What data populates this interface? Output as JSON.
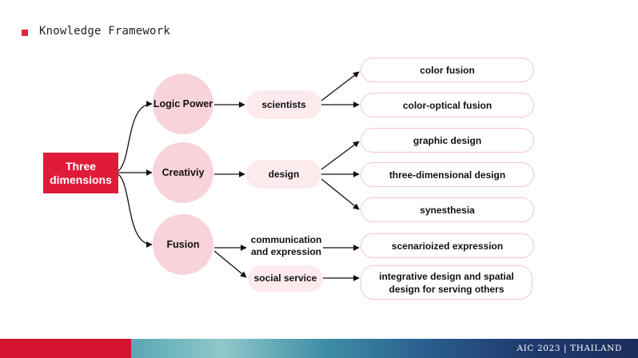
{
  "title": "Knowledge Framework",
  "root": {
    "label": "Three dimensions"
  },
  "dimensions": [
    {
      "label": "Logic Power"
    },
    {
      "label": "Creativiy"
    },
    {
      "label": "Fusion"
    }
  ],
  "groups": [
    {
      "label": "scientists"
    },
    {
      "label": "design"
    },
    {
      "label": "communication and expression"
    },
    {
      "label": "social service"
    }
  ],
  "outcomes": [
    {
      "label": "color fusion"
    },
    {
      "label": "color-optical fusion"
    },
    {
      "label": "graphic design"
    },
    {
      "label": "three-dimensional design"
    },
    {
      "label": "synesthesia"
    },
    {
      "label": "scenarioized expression"
    },
    {
      "label": "integrative design and spatial design for serving others"
    }
  ],
  "footer": {
    "text": "AIC 2023 | THAILAND"
  },
  "colors": {
    "accent_red": "#e01b3a",
    "circle_pink": "#f8d3d9",
    "mid_pink": "#fdeaed",
    "leaf_border": "#f3c6ce"
  }
}
